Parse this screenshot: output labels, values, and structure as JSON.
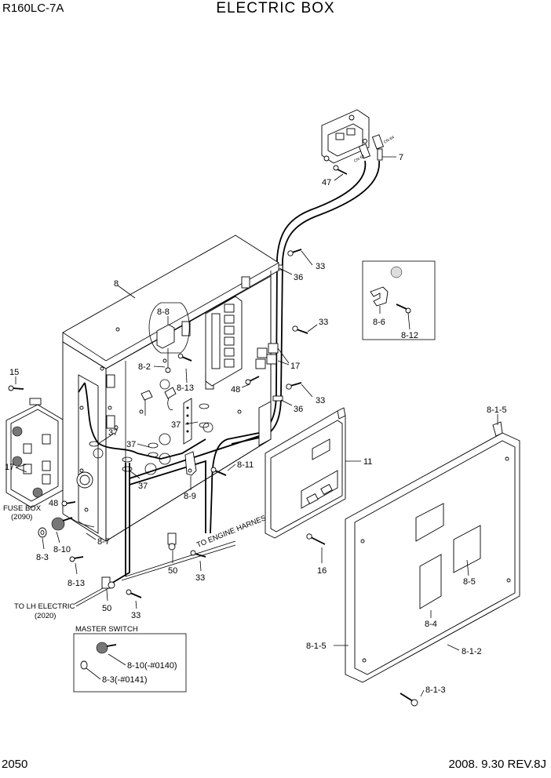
{
  "header": {
    "model": "R160LC-7A",
    "title": "ELECTRIC BOX"
  },
  "footer": {
    "page_number": "2050",
    "revision": "2008.  9.30  REV.8J"
  },
  "callouts": {
    "c47": "47",
    "c7": "7",
    "c33a": "33",
    "c36a": "36",
    "c33b": "33",
    "c8": "8",
    "c8_8": "8-8",
    "c8_2": "8-2",
    "c8_13a": "8-13",
    "c17a": "17",
    "c48a": "48",
    "c33c": "33",
    "c36b": "36",
    "c15": "15",
    "c37a": "37",
    "c37b": "37",
    "c37c": "37",
    "c37d": "37",
    "c17b": "17",
    "c48b": "48",
    "c8_11": "8-11",
    "c8_9": "8-9",
    "c11": "11",
    "c8_7": "8-7",
    "c8_10": "8-10",
    "c8_3": "8-3",
    "c8_13b": "8-13",
    "c50a": "50",
    "c33d": "33",
    "c16": "16",
    "c50b": "50",
    "c33e": "33",
    "c8_6": "8-6",
    "c8_12": "8-12",
    "c8_1_5a": "8-1-5",
    "c8_5": "8-5",
    "c8_4": "8-4",
    "c8_1_5b": "8-1-5",
    "c8_1_2": "8-1-2",
    "c8_1_3": "8-1-3",
    "c8_10_master": "8-10(-#0140)",
    "c8_3_master": "8-3(-#0141)"
  },
  "notes": {
    "fuse_box": "FUSE BOX",
    "fuse_box_ref": "(2090)",
    "to_engine_harness": "TO ENGINE HARNESS",
    "to_lh_electric": "TO LH ELECTRIC",
    "to_lh_electric_ref": "(2020)",
    "master_switch": "MASTER SWITCH",
    "cn_63": "CN-63",
    "cn_64": "CN-64"
  }
}
